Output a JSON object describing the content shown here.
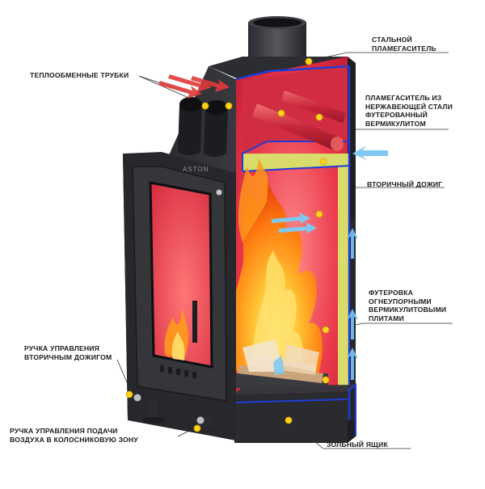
{
  "brand": "ASTON",
  "callouts": {
    "steel_baffle": "СТАЛЬНОЙ\nПЛАМЕГАСИТЕЛЬ",
    "heat_tubes": "ТЕПЛООБМЕННЫЕ ТРУБКИ",
    "stainless_baffle": "ПЛАМЕГАСИТЕЛЬ ИЗ\nНЕРЖАВЕЮЩЕЙ СТАЛИ\nФУТЕРОВАННЫЙ\nВЕРМИКУЛИТОМ",
    "secondary_burn": "ВТОРИЧНЫЙ ДОЖИГ",
    "lining": "ФУТЕРОВКА\nОГНЕУПОРНЫМИ\nВЕРМИКУЛИТОВЫМИ\nПЛИТАМИ",
    "secondary_handle": "РУЧКА УПРАВЛЕНИЯ\nВТОРИЧНЫМ ДОЖИГОМ",
    "grate_air_handle": "РУЧКА УПРАВЛЕНИЯ ПОДАЧИ\nВОЗДУХА В КОЛОСНИКОВУЮ ЗОНУ",
    "ash_box": "ЗОЛЬНЫЙ ЯЩИК"
  },
  "colors": {
    "body": "#2b2d31",
    "body_dark": "#1b1c1f",
    "chamber": "#e3344a",
    "vermiculite": "#d9dc6a",
    "outline_blue": "#1f3dd6",
    "flame": "#ff9a1a",
    "marker": "#ffd21a",
    "air_blue": "#7ec8f2"
  }
}
